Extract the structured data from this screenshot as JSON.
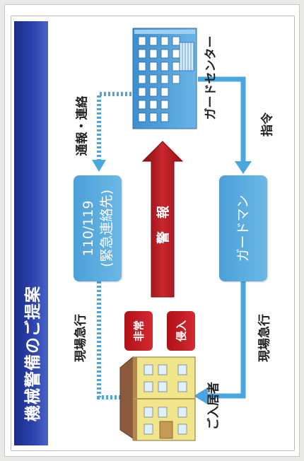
{
  "title": "機械警備のご提案",
  "nodes": {
    "guard_center": "ガードセンター",
    "police_fire": {
      "line1": "110/119",
      "line2": "(緊急連絡先)"
    },
    "guardman": "ガードマン",
    "resident": "ご入居者"
  },
  "badges": {
    "emergency": "非常",
    "intrusion": "侵入"
  },
  "flows": {
    "report_contact": "通報・連絡",
    "alarm": "警　報",
    "command": "指令",
    "rush_left": "現場急行",
    "rush_right": "現場急行"
  },
  "colors": {
    "title_bar": "#2c43ad",
    "box_blue": "#4ba0d8",
    "arrow_blue": "#4aa6de",
    "alarm_red": "#b81a22",
    "badge_red": "#c41e26",
    "house_wall": "#f0e58a"
  }
}
